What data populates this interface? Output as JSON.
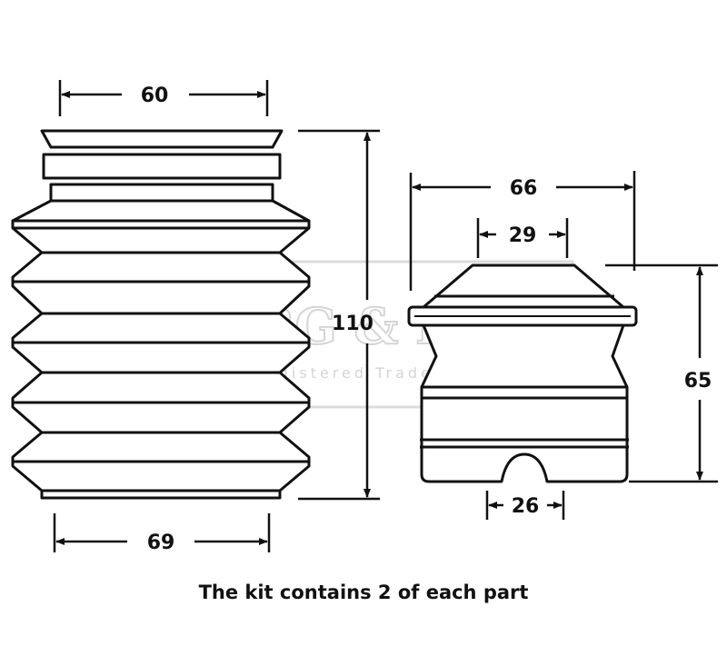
{
  "dimensions": {
    "boot_top_width": "60",
    "boot_height": "110",
    "boot_bottom_width": "69",
    "bump_outer_width": "66",
    "bump_top_width": "29",
    "bump_height": "65",
    "bump_bore_width": "26"
  },
  "watermark": {
    "brand": "BORG & BECK",
    "tagline": "Registered Trade Mark"
  },
  "caption": "The kit contains 2 of each part",
  "colors": {
    "ink": "#111111",
    "watermark": "#c8c8c8",
    "background": "#ffffff"
  }
}
